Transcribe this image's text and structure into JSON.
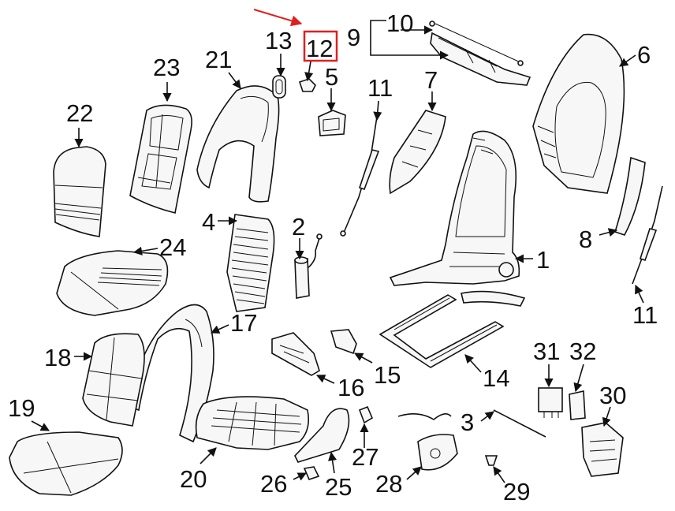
{
  "diagram": {
    "highlighted_callout": "12",
    "highlight_color": "#e02020",
    "callouts": {
      "c1": "1",
      "c2": "2",
      "c3": "3",
      "c4": "4",
      "c5": "5",
      "c6": "6",
      "c7": "7",
      "c8": "8",
      "c9": "9",
      "c10": "10",
      "c11a": "11",
      "c11b": "11",
      "c12": "12",
      "c13": "13",
      "c14": "14",
      "c15": "15",
      "c16": "16",
      "c17": "17",
      "c18": "18",
      "c19": "19",
      "c20": "20",
      "c21": "21",
      "c22": "22",
      "c23": "23",
      "c24": "24",
      "c25": "25",
      "c26": "26",
      "c27": "27",
      "c28": "28",
      "c29": "29",
      "c30": "30",
      "c31": "31",
      "c32": "32"
    }
  }
}
